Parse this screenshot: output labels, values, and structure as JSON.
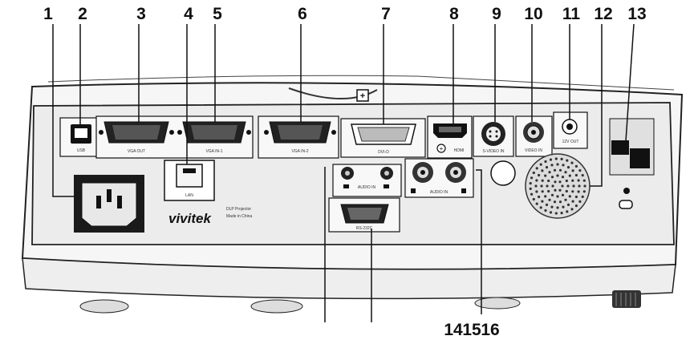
{
  "callouts": {
    "n1": "1",
    "n2": "2",
    "n3": "3",
    "n4": "4",
    "n5": "5",
    "n6": "6",
    "n7": "7",
    "n8": "8",
    "n9": "9",
    "n10": "10",
    "n11": "11",
    "n12": "12",
    "n13": "13",
    "n14": "14",
    "n15": "15",
    "n16": "16"
  },
  "port_labels": {
    "usb": "USB",
    "vga_out": "VGA OUT",
    "vga_in_1": "VGA IN-1",
    "vga_in_2": "VGA IN-2",
    "dvi": "DVI-D",
    "hdmi": "HDMI",
    "svideo": "S-VIDEO IN",
    "video": "VIDEO IN",
    "dc_out": "12V OUT",
    "lan": "LAN",
    "audio_in_top": "AUDIO IN",
    "audio_in_lr": "AUDIO IN",
    "rs232": "RS-232C"
  },
  "brand": {
    "logo": "vivitek",
    "line1": "DLP Projector",
    "line2": "Made in China"
  },
  "colors": {
    "line": "#111111",
    "body": "#f4f4f4",
    "panel": "#e9e9e9",
    "dark": "#1c1c1c"
  }
}
